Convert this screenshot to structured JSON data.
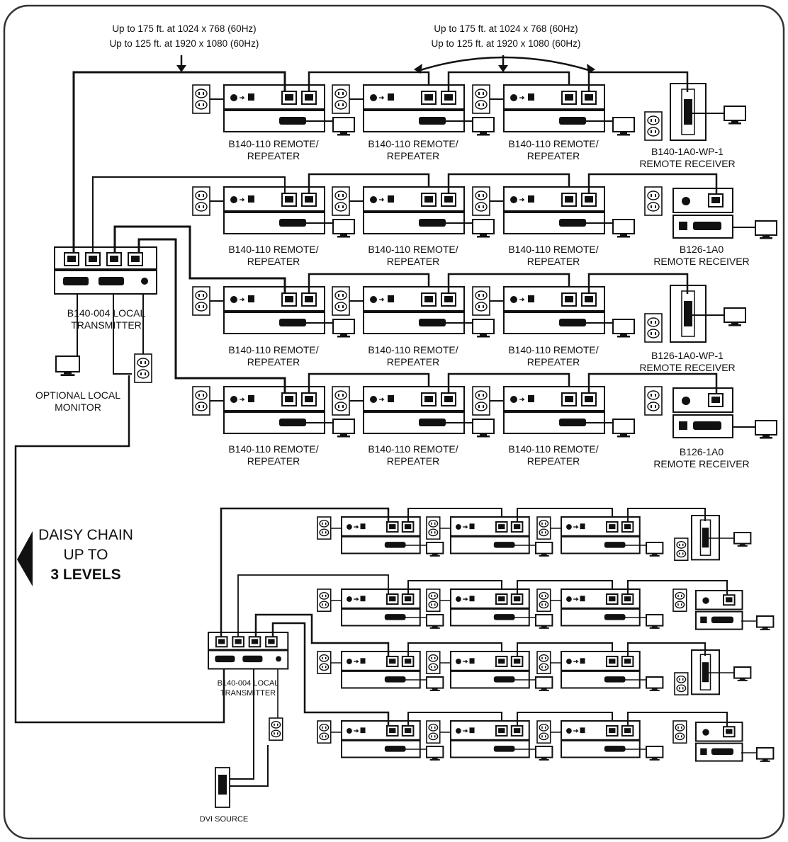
{
  "distance_notes": {
    "left": {
      "line1": "Up to 175 ft. at 1024 x 768 (60Hz)",
      "line2": "Up to 125 ft. at 1920 x 1080 (60Hz)"
    },
    "right": {
      "line1": "Up to 175 ft. at 1024 x 768 (60Hz)",
      "line2": "Up to 125 ft. at 1920 x 1080 (60Hz)"
    }
  },
  "repeater": {
    "line1": "B140-110 REMOTE/",
    "line2": "REPEATER"
  },
  "receivers": [
    {
      "line1": "B140-1A0-WP-1",
      "line2": "REMOTE RECEIVER",
      "kind": "wallplate"
    },
    {
      "line1": "B126-1A0",
      "line2": "REMOTE RECEIVER",
      "kind": "box"
    },
    {
      "line1": "B126-1A0-WP-1",
      "line2": "REMOTE RECEIVER",
      "kind": "wallplate"
    },
    {
      "line1": "B126-1A0",
      "line2": "REMOTE RECEIVER",
      "kind": "box"
    }
  ],
  "local_transmitter": {
    "line1": "B140-004 LOCAL",
    "line2": "TRANSMITTER"
  },
  "second_transmitter": {
    "line1": "B140-004 LOCAL",
    "line2": "TRANSMITTER"
  },
  "optional_monitor": {
    "line1": "OPTIONAL LOCAL",
    "line2": "MONITOR"
  },
  "daisy_chain": {
    "line1": "DAISY CHAIN",
    "line2": "UP TO",
    "line3": "3 LEVELS"
  },
  "dvi_source": "DVI SOURCE",
  "colors": {
    "ink": "#111111",
    "paper": "#ffffff",
    "border": "#333333"
  }
}
